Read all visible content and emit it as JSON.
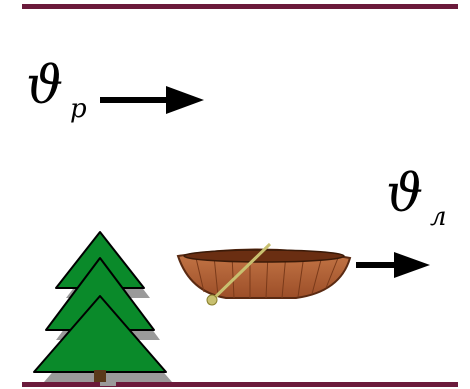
{
  "colors": {
    "rule": "#6b1a3b",
    "tree_green": "#0a8a2a",
    "tree_shadow": "#9a9a9a",
    "boat_brown": "#b8643a",
    "boat_rim": "#5a2a12",
    "oar": "#c8c070",
    "arrow": "#000000"
  },
  "river_velocity": {
    "symbol": "ϑ",
    "subscript": "p"
  },
  "boat_velocity": {
    "symbol": "ϑ",
    "subscript": "л"
  },
  "icons": [
    "fir-tree-icon",
    "rowboat-icon"
  ]
}
